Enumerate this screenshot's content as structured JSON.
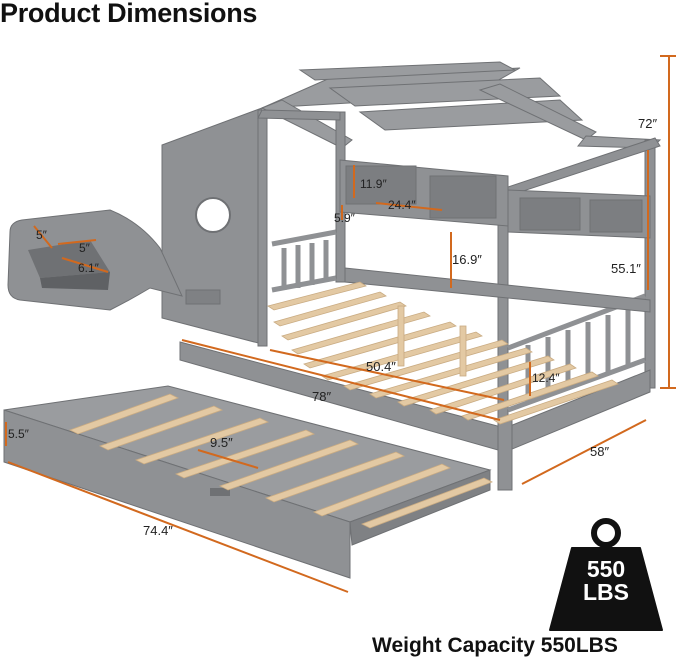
{
  "header": {
    "title": "Product Dimensions"
  },
  "dimensions": {
    "height_total": "72″",
    "height_bed": "55.1″",
    "shelf_height": "11.9″",
    "shelf_width": "24.4″",
    "shelf_depth": "5.9″",
    "guard_height": "16.9″",
    "inner_length": "50.4″",
    "rail_height": "12.4″",
    "overall_length": "78″",
    "overall_width": "58″",
    "trundle_height": "5.5″",
    "slat_gap": "9.5″",
    "trundle_length": "74.4″",
    "cup_a": "5″",
    "cup_b": "5″",
    "cup_c": "6.1″"
  },
  "weight": {
    "badge_top": "550",
    "badge_bottom": "LBS",
    "caption": "Weight Capacity 550LBS"
  },
  "colors": {
    "frame": "#8f9194",
    "frame_dark": "#6f7174",
    "slat": "#e3c9a3",
    "accent": "#d2691e",
    "text": "#111111"
  }
}
